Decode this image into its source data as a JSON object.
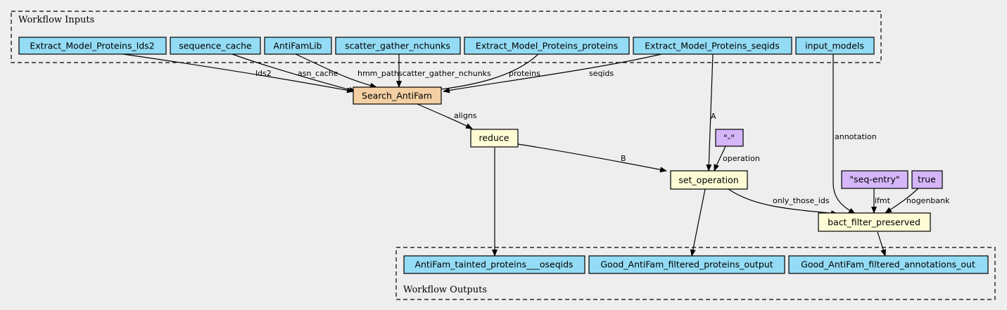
{
  "colors": {
    "background": "#eeeeee",
    "input_output": "#94dcf5",
    "main_step": "#f3cfa3",
    "step": "#fdfcd5",
    "constant": "#d5b6f9"
  },
  "clusters": {
    "inputs_title": "Workflow Inputs",
    "outputs_title": "Workflow Outputs"
  },
  "nodes": {
    "lds2": "Extract_Model_Proteins_lds2",
    "sequence_cache": "sequence_cache",
    "antifamlib": "AntiFamLib",
    "nchunks": "scatter_gather_nchunks",
    "proteins": "Extract_Model_Proteins_proteins",
    "seqids": "Extract_Model_Proteins_seqids",
    "input_models": "input_models",
    "search": "Search_AntiFam",
    "reduce": "reduce",
    "dash": "\"-\"",
    "set_operation": "set_operation",
    "seq_entry": "\"seq-entry\"",
    "true_val": "true",
    "bact_filter": "bact_filter_preserved",
    "out_tainted": "AntiFam_tainted_proteins___oseqids",
    "out_proteins": "Good_AntiFam_filtered_proteins_output",
    "out_annotations": "Good_AntiFam_filtered_annotations_out"
  },
  "edges": {
    "lds2": "lds2",
    "asn_cache": "asn_cache",
    "hmm_path": "hmm_path",
    "scatter_gather_nchunks": "scatter_gather_nchunks",
    "proteins": "proteins",
    "seqids": "seqids",
    "aligns": "aligns",
    "A": "A",
    "B": "B",
    "operation": "operation",
    "annotation": "annotation",
    "only_those_ids": "only_those_ids",
    "ifmt": "ifmt",
    "nogenbank": "nogenbank"
  }
}
